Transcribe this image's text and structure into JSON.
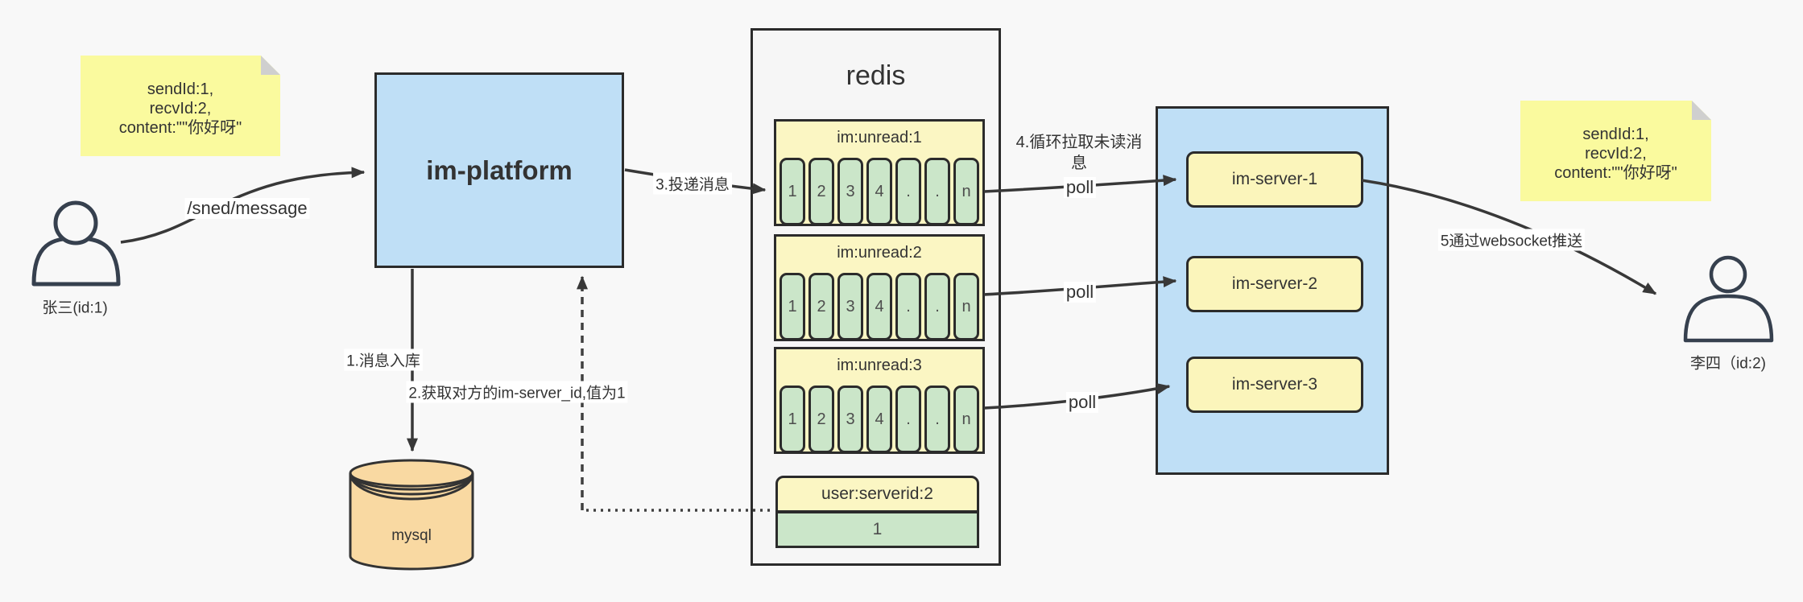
{
  "notes": {
    "left": {
      "lines": [
        "sendId:1,",
        "recvId:2,",
        "content:\"\"你好呀\""
      ]
    },
    "right": {
      "lines": [
        "sendId:1,",
        "recvId:2,",
        "content:\"\"你好呀\""
      ]
    }
  },
  "actors": {
    "sender": {
      "label": "张三(id:1)"
    },
    "receiver": {
      "label": "李四（id:2)"
    }
  },
  "platform": {
    "label": "im-platform"
  },
  "database": {
    "label": "mysql"
  },
  "redis": {
    "title": "redis",
    "queues": [
      {
        "title": "im:unread:1",
        "cells": [
          "1",
          "2",
          "3",
          "4",
          ".",
          ".",
          "n"
        ]
      },
      {
        "title": "im:unread:2",
        "cells": [
          "1",
          "2",
          "3",
          "4",
          ".",
          ".",
          "n"
        ]
      },
      {
        "title": "im:unread:3",
        "cells": [
          "1",
          "2",
          "3",
          "4",
          ".",
          ".",
          "n"
        ]
      }
    ],
    "mapping": {
      "title": "user:serverid:2",
      "value": "1"
    }
  },
  "servers": [
    {
      "label": "im-server-1"
    },
    {
      "label": "im-server-2"
    },
    {
      "label": "im-server-3"
    }
  ],
  "flow_labels": {
    "send_endpoint": "/sned/message",
    "step1": "1.消息入库",
    "step2": "2.获取对方的im-server_id,值为1",
    "step3": "3.投递消息",
    "step4": "4.循环拉取未读消息",
    "step5": "5通过websocket推送",
    "poll1": "poll",
    "poll2": "poll",
    "poll3": "poll"
  },
  "colors": {
    "background": "#f8f8f8",
    "note_yellow": "#fafa9e",
    "box_blue": "#bfdff6",
    "queue_yellow": "#fbf6c3",
    "server_yellow": "#fbf5bb",
    "cell_green": "#cbe6c9",
    "db_tan": "#f9d9a2",
    "border_dark": "#2b2b2b",
    "arrow": "#383838"
  }
}
